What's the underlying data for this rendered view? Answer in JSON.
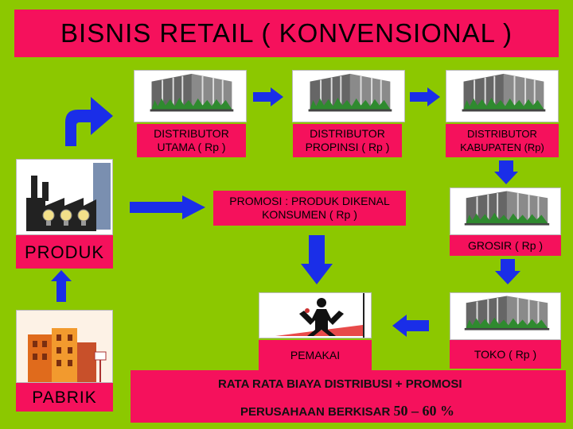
{
  "title": "BISNIS RETAIL ( KONVENSIONAL )",
  "nodes": {
    "distributor_utama": "DISTRIBUTOR UTAMA ( Rp )",
    "distributor_propinsi": "DISTRIBUTOR PROPINSI ( Rp )",
    "distributor_kabupaten": "DISTRIBUTOR KABUPATEN (Rp)",
    "promosi": "PROMOSI : PRODUK DIKENAL KONSUMEN ( Rp )",
    "grosir": "GROSIR ( Rp )",
    "toko": "TOKO ( Rp )",
    "pemakai": "PEMAKAI",
    "produk": "PRODUK",
    "pabrik": "PABRIK"
  },
  "footer": {
    "line1": "RATA RATA BIAYA DISTRIBUSI + PROMOSI",
    "line2_prefix": "PERUSAHAAN  BERKISAR ",
    "line2_value": "50 – 60 %"
  },
  "colors": {
    "background": "#8cc800",
    "box": "#f5115c",
    "arrow": "#1a2ee8"
  }
}
